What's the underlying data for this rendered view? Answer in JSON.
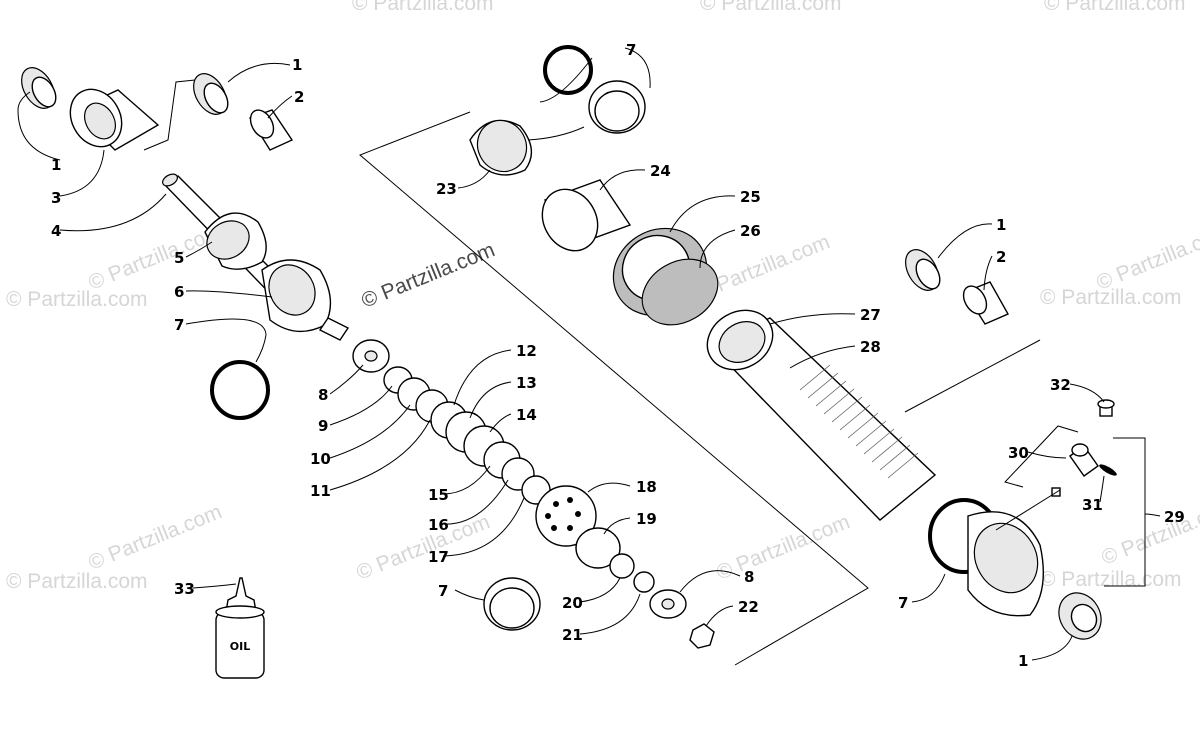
{
  "watermarks": {
    "small": "© Partzilla.com",
    "center": "© Partzilla.com",
    "partzilla_center": "© Partzilla.com"
  },
  "oil_bottle_label": "OIL",
  "callouts": [
    {
      "id": "c1a",
      "label": "1"
    },
    {
      "id": "c2a",
      "label": "2"
    },
    {
      "id": "c1b",
      "label": "1"
    },
    {
      "id": "c3",
      "label": "3"
    },
    {
      "id": "c4",
      "label": "4"
    },
    {
      "id": "c5",
      "label": "5"
    },
    {
      "id": "c6",
      "label": "6"
    },
    {
      "id": "c7a",
      "label": "7"
    },
    {
      "id": "c8a",
      "label": "8"
    },
    {
      "id": "c9",
      "label": "9"
    },
    {
      "id": "c10",
      "label": "10"
    },
    {
      "id": "c11",
      "label": "11"
    },
    {
      "id": "c12",
      "label": "12"
    },
    {
      "id": "c13",
      "label": "13"
    },
    {
      "id": "c14",
      "label": "14"
    },
    {
      "id": "c15",
      "label": "15"
    },
    {
      "id": "c16",
      "label": "16"
    },
    {
      "id": "c17",
      "label": "17"
    },
    {
      "id": "c18",
      "label": "18"
    },
    {
      "id": "c19",
      "label": "19"
    },
    {
      "id": "c20",
      "label": "20"
    },
    {
      "id": "c21",
      "label": "21"
    },
    {
      "id": "c8b",
      "label": "8"
    },
    {
      "id": "c22",
      "label": "22"
    },
    {
      "id": "c7b",
      "label": "7"
    },
    {
      "id": "c33",
      "label": "33"
    },
    {
      "id": "c7c",
      "label": "7"
    },
    {
      "id": "c23",
      "label": "23"
    },
    {
      "id": "c24",
      "label": "24"
    },
    {
      "id": "c25",
      "label": "25"
    },
    {
      "id": "c26",
      "label": "26"
    },
    {
      "id": "c27",
      "label": "27"
    },
    {
      "id": "c28",
      "label": "28"
    },
    {
      "id": "c1c",
      "label": "1"
    },
    {
      "id": "c2b",
      "label": "2"
    },
    {
      "id": "c32",
      "label": "32"
    },
    {
      "id": "c30",
      "label": "30"
    },
    {
      "id": "c31",
      "label": "31"
    },
    {
      "id": "c29",
      "label": "29"
    },
    {
      "id": "c7d",
      "label": "7"
    },
    {
      "id": "c1d",
      "label": "1"
    }
  ]
}
